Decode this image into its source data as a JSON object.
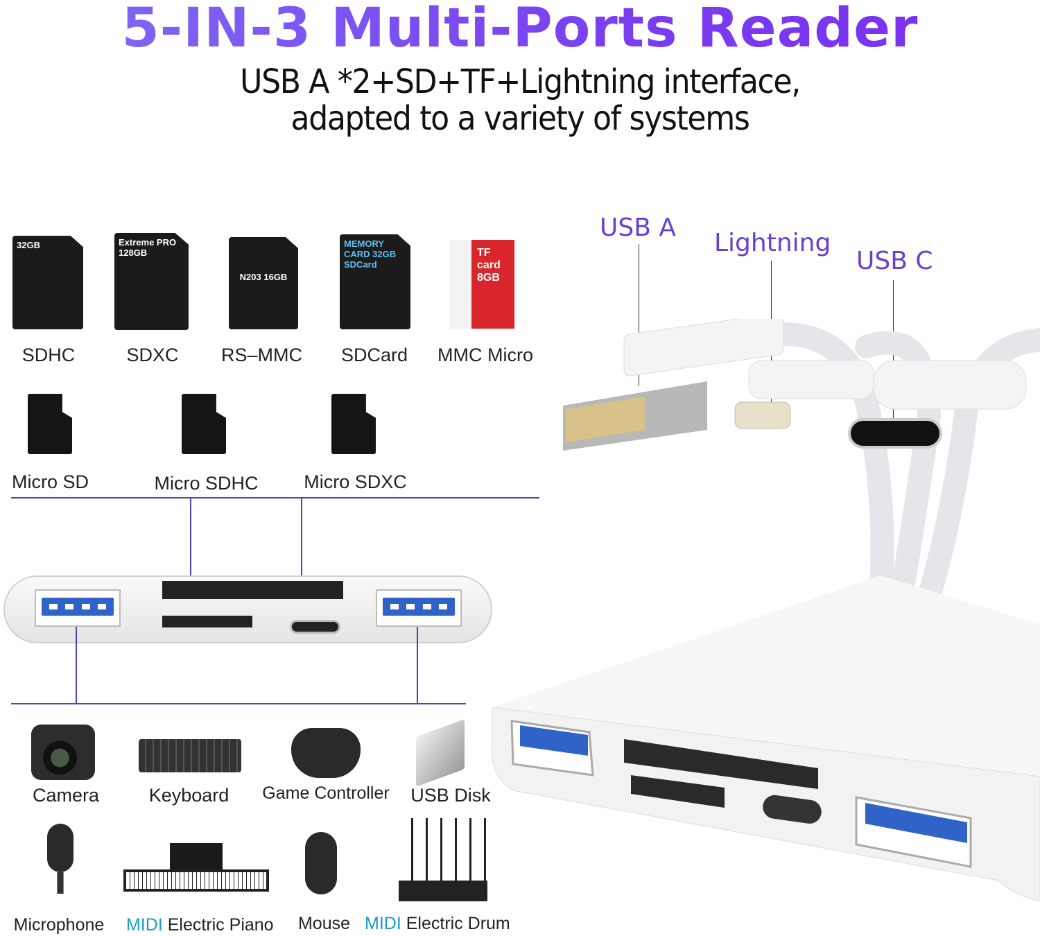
{
  "header": {
    "title": "5-IN-3 Multi-Ports Reader",
    "subtitle_line1": "USB A *2+SD+TF+Lightning interface,",
    "subtitle_line2": "adapted to a variety of systems"
  },
  "cards": [
    {
      "label": "SDHC",
      "print": "32GB"
    },
    {
      "label": "SDXC",
      "print": "Extreme PRO 128GB"
    },
    {
      "label": "RS–MMC",
      "print": "N203 16GB"
    },
    {
      "label": "SDCard",
      "print": "MEMORY CARD 32GB SDCard"
    },
    {
      "label": "MMC Micro",
      "print": "TF card 8GB"
    }
  ],
  "micro_cards": [
    {
      "label": "Micro SD"
    },
    {
      "label": "Micro SDHC"
    },
    {
      "label": "Micro SDXC"
    }
  ],
  "cables": {
    "usb_a": "USB A",
    "lightning": "Lightning",
    "usb_c": "USB C"
  },
  "devices": [
    {
      "label": "Camera",
      "icon": "camera-icon"
    },
    {
      "label": "Keyboard",
      "icon": "keyboard-icon"
    },
    {
      "label": "Game Controller",
      "icon": "gamepad-icon"
    },
    {
      "label": "USB Disk",
      "icon": "usb-disk-icon"
    },
    {
      "label": "Microphone",
      "icon": "microphone-icon"
    },
    {
      "midi": "MIDI",
      "label": "Electric Piano",
      "icon": "piano-icon"
    },
    {
      "label": "Mouse",
      "icon": "mouse-icon"
    },
    {
      "midi": "MIDI",
      "label": "Electric Drum",
      "icon": "drum-icon"
    }
  ],
  "colors": {
    "title": "#7a3ef0",
    "lines": "#5b3fa8",
    "cable_labels": "#6a3fd0",
    "midi": "#1a9bc7",
    "usb_port": "#2f63c8"
  }
}
